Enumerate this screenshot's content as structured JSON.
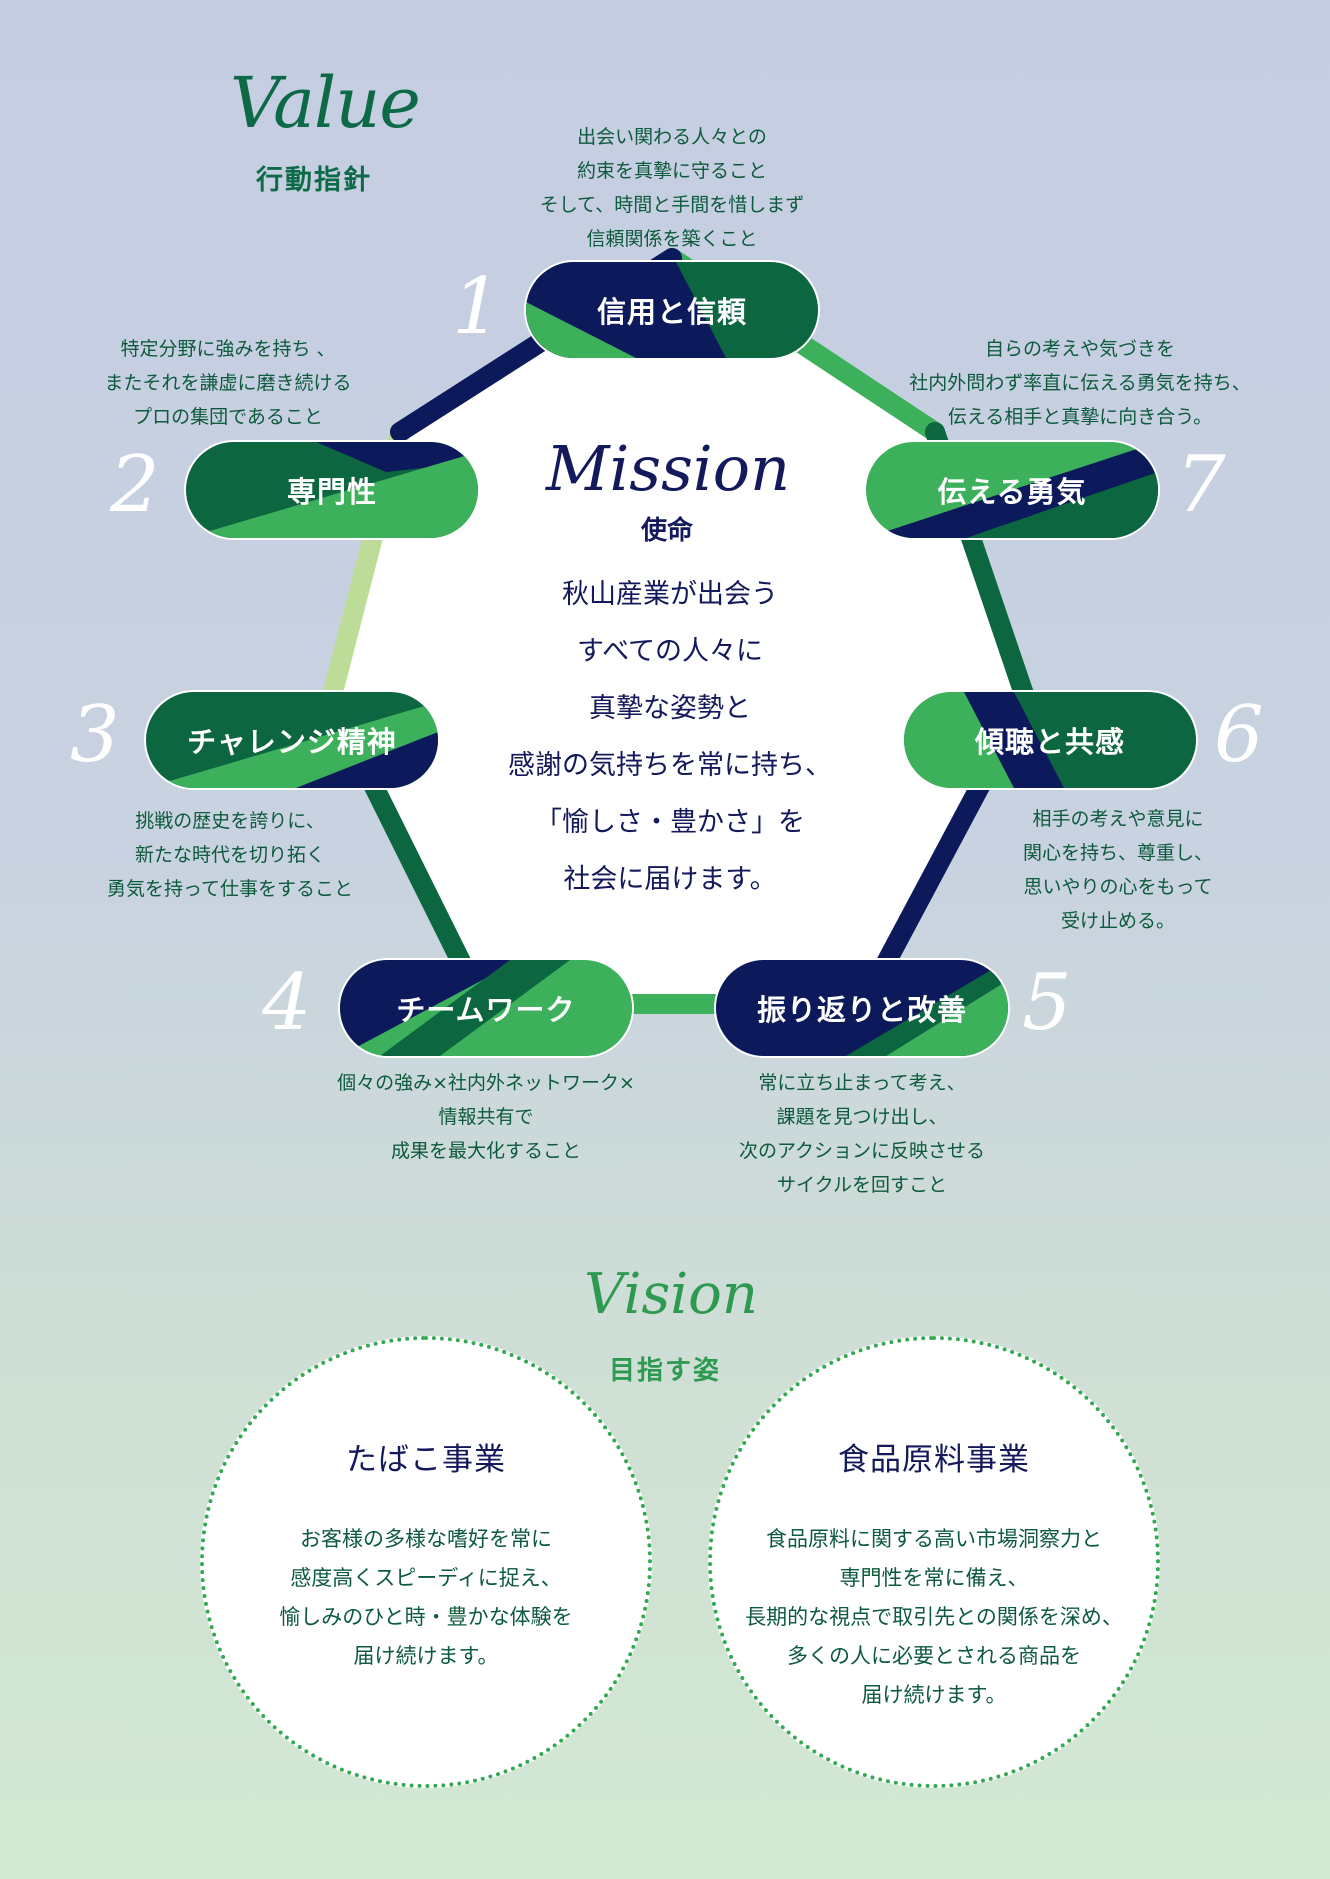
{
  "value": {
    "title": "Value",
    "subtitle": "行動指針",
    "items": [
      {
        "number": "1",
        "label": "信用と信頼",
        "description": [
          "出会い関わる人々との",
          "約束を真摯に守ること",
          "そして、時間と手間を惜しまず",
          "信頼関係を築くこと"
        ]
      },
      {
        "number": "2",
        "label": "専門性",
        "description": [
          "特定分野に強みを持ち 、",
          "またそれを謙虚に磨き続ける",
          "プロの集団であること"
        ]
      },
      {
        "number": "3",
        "label": "チャレンジ精神",
        "description": [
          "挑戦の歴史を誇りに、",
          "新たな時代を切り拓く",
          "勇気を持って仕事をすること"
        ]
      },
      {
        "number": "4",
        "label": "チームワーク",
        "description": [
          "個々の強み×社内外ネットワーク×",
          "情報共有で",
          "成果を最大化すること"
        ]
      },
      {
        "number": "5",
        "label": "振り返りと改善",
        "description": [
          "常に立ち止まって考え、",
          "課題を見つけ出し、",
          "次のアクションに反映させる",
          "サイクルを回すこと"
        ]
      },
      {
        "number": "6",
        "label": "傾聴と共感",
        "description": [
          "相手の考えや意見に",
          "関心を持ち、尊重し、",
          "思いやりの心をもって",
          "受け止める。"
        ]
      },
      {
        "number": "7",
        "label": "伝える勇気",
        "description": [
          "自らの考えや気づきを",
          "社内外問わず率直に伝える勇気を持ち、",
          "伝える相手と真摯に向き合う。"
        ]
      }
    ]
  },
  "mission": {
    "title": "Mission",
    "subtitle": "使命",
    "lines": [
      "秋山産業が出会う",
      "すべての人々に",
      "真摯な姿勢と",
      "感謝の気持ちを常に持ち、",
      "「愉しさ・豊かさ」を",
      "社会に届けます。"
    ]
  },
  "vision": {
    "title": "Vision",
    "subtitle": "目指す姿",
    "items": [
      {
        "title": "たばこ事業",
        "lines": [
          "お客様の多様な嗜好を常に",
          "感度高くスピーディに捉え、",
          "愉しみのひと時・豊かな体験を",
          "届け続けます。"
        ]
      },
      {
        "title": "食品原料事業",
        "lines": [
          "食品原料に関する高い市場洞察力と",
          "専門性を常に備え、",
          "長期的な視点で取引先との関係を深め、",
          "多くの人に必要とされる商品を",
          "届け続けます。"
        ]
      }
    ]
  },
  "colors": {
    "navy": "#0c1a5c",
    "dark_green": "#0c6640",
    "green": "#3cb05b",
    "light_green": "#bcdc98",
    "title_green": "#0d6a47",
    "vision_green": "#2e9a51"
  }
}
